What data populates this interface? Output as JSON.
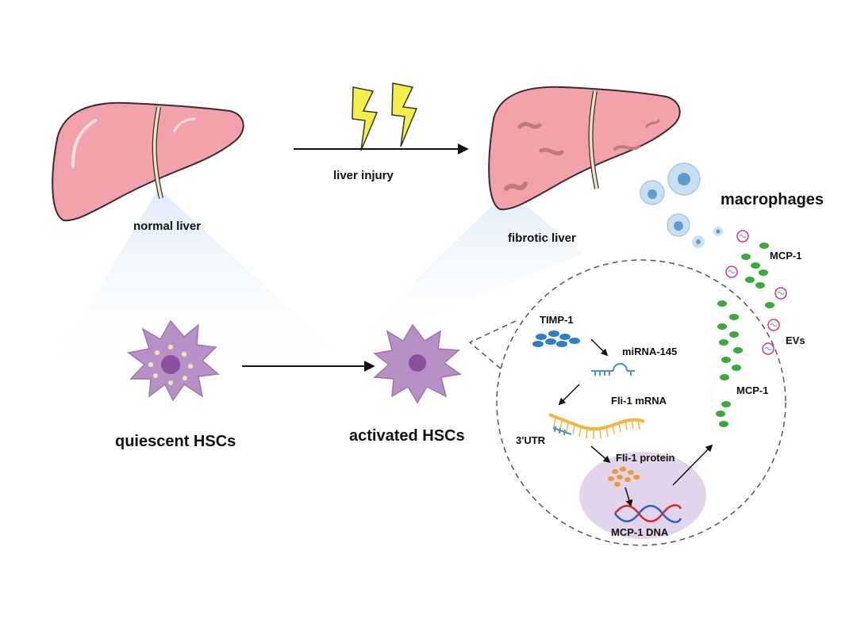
{
  "labels": {
    "normal_liver": "normal liver",
    "liver_injury": "liver injury",
    "fibrotic_liver": "fibrotic liver",
    "macrophages": "macrophages",
    "quiescent_hscs": "quiescent HSCs",
    "activated_hscs": "activated HSCs",
    "timp1": "TIMP-1",
    "mirna145": "miRNA-145",
    "fli1_mrna": "Fli-1 mRNA",
    "utr3": "3'UTR",
    "fli1_protein": "Fli-1 protein",
    "mcp1_dna": "MCP-1 DNA",
    "mcp1_top": "MCP-1",
    "mcp1_mid": "MCP-1",
    "evs": "EVs"
  },
  "colors": {
    "liver_fill": "#f2a2aa",
    "liver_stroke": "#3a2a2a",
    "ligament": "#efe6c8",
    "cell_fill": "#b890c8",
    "nucleus": "#8a4f9e",
    "granule": "#f1e7a6",
    "lightning": "#f5ee4a",
    "timp1": "#2f7fc4",
    "mirna": "#4a90d0",
    "mrna": "#f2b63c",
    "fli1_protein": "#ef9a2d",
    "mcp1": "#3aaa3a",
    "ev_ring": "#d23a78",
    "nucleus_region": "#e2d4ea",
    "macrophage": "#c9e0f2",
    "dna_red": "#d62828",
    "dna_blue": "#2f62b8",
    "beam": "#dbe9f8"
  },
  "icons": [
    "lightning-icon",
    "liver-icon",
    "hsc-cell-icon",
    "macrophage-icon",
    "ev-icon",
    "dna-icon"
  ]
}
